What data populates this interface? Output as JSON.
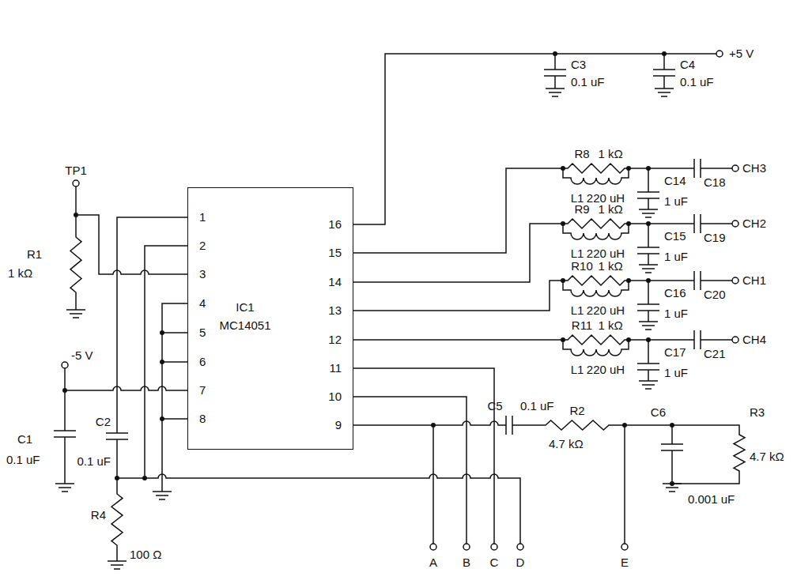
{
  "diagram": {
    "nodes": [
      {
        "text": [
          "IC1",
          "MC14051"
        ]
      }
    ],
    "labels": [
      "TP1",
      "R1",
      "1 kΩ",
      "-5 V",
      "C1",
      "0.1 uF",
      "C2",
      "0.1 uF",
      "R4",
      "100 Ω",
      "1",
      "2",
      "3",
      "4",
      "5",
      "6",
      "7",
      "8",
      "16",
      "15",
      "14",
      "13",
      "12",
      "11",
      "10",
      "9",
      "+5 V",
      "C3",
      "0.1 uF",
      "C4",
      "0.1 uF",
      "R8",
      "1 kΩ",
      "C14",
      "L1",
      "220 uH",
      "C18",
      "CH3",
      "1 uF",
      "R9",
      "1 kΩ",
      "C15",
      "L1",
      "220 uH",
      "C19",
      "CH2",
      "1 uF",
      "R10",
      "1 kΩ",
      "C16",
      "L1",
      "220 uH",
      "C20",
      "CH1",
      "1 uF",
      "R11",
      "1 kΩ",
      "C17",
      "L1",
      "220 uH",
      "C21",
      "CH4",
      "1 uF",
      "C5",
      "0.1 uF",
      "R2",
      "4.7 kΩ",
      "C6",
      "R3",
      "4.7 kΩ",
      "0.001 uF",
      "A",
      "B",
      "C",
      "D",
      "E"
    ]
  }
}
